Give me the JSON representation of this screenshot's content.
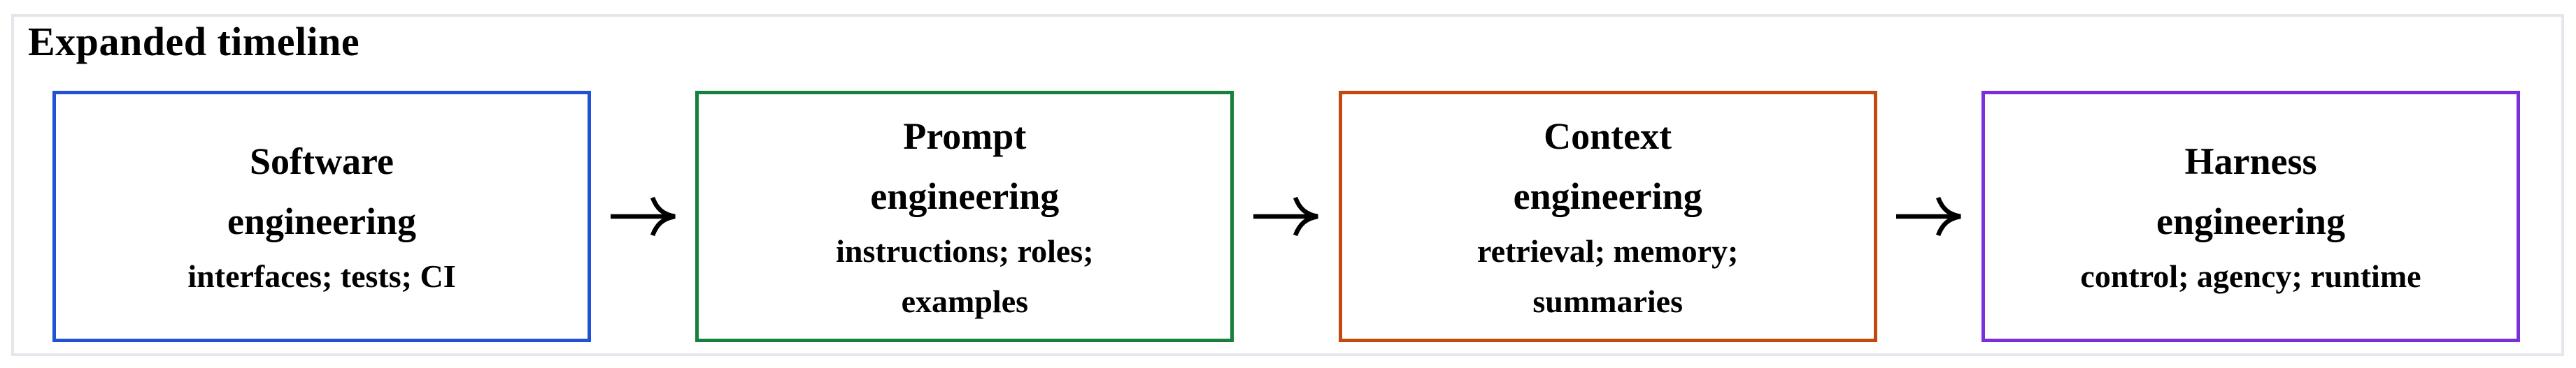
{
  "title": "Expanded timeline",
  "colors": {
    "background": "#ffffff",
    "frame_border": "#e5e6eb",
    "text": "#000000",
    "arrow": "#000000"
  },
  "arrow_icon": "→",
  "diagram": {
    "boxes": [
      {
        "heading_lines": [
          "Software",
          "engineering"
        ],
        "sub_lines": [
          "interfaces; tests; CI"
        ],
        "border_color": "#2151d5"
      },
      {
        "heading_lines": [
          "Prompt",
          "engineering"
        ],
        "sub_lines": [
          "instructions; roles;",
          "examples"
        ],
        "border_color": "#17803d"
      },
      {
        "heading_lines": [
          "Context",
          "engineering"
        ],
        "sub_lines": [
          "retrieval; memory;",
          "summaries"
        ],
        "border_color": "#c4490e"
      },
      {
        "heading_lines": [
          "Harness",
          "engineering"
        ],
        "sub_lines": [
          "control; agency; runtime"
        ],
        "border_color": "#7b2fd8"
      }
    ]
  }
}
